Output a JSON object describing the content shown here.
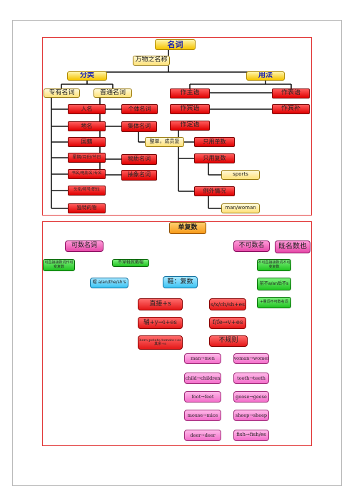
{
  "noun_map": {
    "title": "名词",
    "subtitle": "万物之名称",
    "classification": {
      "label": "分类",
      "proper": {
        "label": "专有名词",
        "items": [
          "人名",
          "地名",
          "国籍",
          "星期/月份/节日",
          "书名/电影名/专名",
          "头衔/称号/职位",
          "独特的物"
        ]
      },
      "common": {
        "label": "普通名词",
        "individual": "个体名词",
        "collective": "集体名词",
        "collective_note": "整单，成员复",
        "material": "物质名词",
        "abstract": "抽象名词"
      }
    },
    "usage": {
      "label": "用法",
      "subject": "作主语",
      "object": "作宾语",
      "attribute": "作定语",
      "predicative": "作表语",
      "object_complement": "作宾补",
      "attr_items": [
        "只用单数",
        "只用复数",
        "sports",
        "例外情况",
        "man/woman"
      ]
    }
  },
  "plural_map": {
    "title": "单复数",
    "countable": "可数名词",
    "uncountable": "不可数名",
    "both": "既名数也",
    "countable_notes": [
      "可直接接数词作可变复数",
      "不穿鞋就戴帽"
    ],
    "uncountable_notes": [
      "不可直接接数词不可变复数",
      "前不a/an后不s",
      "+量词不可数名词"
    ],
    "article_note": "帽 a/an/the/sh's",
    "shoe_plural": "鞋：复数",
    "rules": [
      "直接+s",
      "s/x/ch/sh+es",
      "辅+y→i+es",
      "f/fe→v+es",
      "hero,potato,tomato+es 其余+s"
    ],
    "irregular": "不规则",
    "irregular_pairs": [
      [
        "man→men",
        "woman→women"
      ],
      [
        "child→children",
        "tooth→teeth"
      ],
      [
        "foot→feet",
        "goose→geese"
      ],
      [
        "mouse→mice",
        "sheep→sheep"
      ],
      [
        "deer→deer",
        "fish→fish/es"
      ]
    ]
  }
}
